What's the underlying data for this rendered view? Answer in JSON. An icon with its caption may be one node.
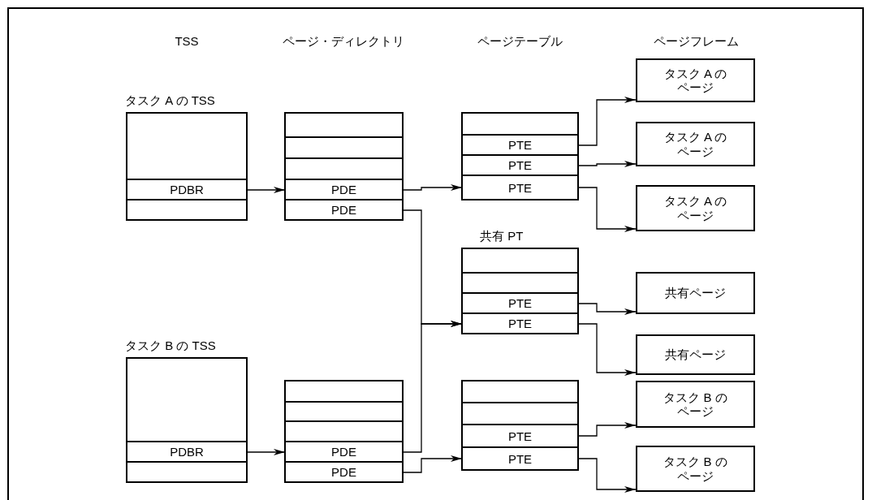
{
  "diagram": {
    "nodes": [
      {
        "text": [
          "タスク A の TSS"
        ]
      },
      {
        "text": [],
        "shape": "box",
        "in": 0
      },
      {
        "text": [
          "PDBR"
        ],
        "in": 0
      },
      {
        "text": [],
        "shape": "box",
        "in": 0
      },
      {
        "text": [],
        "shape": "box"
      },
      {
        "text": [],
        "shape": "box",
        "in": 4
      },
      {
        "text": [],
        "shape": "box",
        "in": 4
      },
      {
        "text": [],
        "shape": "box",
        "in": 4
      },
      {
        "text": [
          "PDE"
        ],
        "in": 4
      },
      {
        "text": [
          "PDE"
        ],
        "in": 4
      },
      {
        "text": [],
        "shape": "box"
      },
      {
        "text": [],
        "shape": "box",
        "in": 10
      },
      {
        "text": [
          "PTE"
        ],
        "in": 10
      },
      {
        "text": [
          "PTE"
        ],
        "in": 10
      },
      {
        "text": [
          "PTE"
        ],
        "in": 10
      },
      {
        "text": [
          "タスク A のページ"
        ]
      },
      {
        "text": [
          "タスク A のページ"
        ]
      },
      {
        "text": [
          "タスク A のページ"
        ]
      },
      {
        "text": [
          "共有 PT"
        ]
      },
      {
        "text": [],
        "shape": "box",
        "in": 18
      },
      {
        "text": [],
        "shape": "box",
        "in": 18
      },
      {
        "text": [
          "PTE"
        ],
        "in": 18
      },
      {
        "text": [
          "PTE"
        ],
        "in": 18
      },
      {
        "text": [
          "共有ページ"
        ]
      },
      {
        "text": [
          "共有ページ"
        ]
      },
      {
        "text": [
          "タスク B の TSS"
        ]
      },
      {
        "text": [],
        "shape": "box",
        "in": 25
      },
      {
        "text": [
          "PDBR"
        ],
        "in": 25
      },
      {
        "text": [],
        "shape": "box",
        "in": 25
      },
      {
        "text": [],
        "shape": "box"
      },
      {
        "text": [],
        "shape": "box",
        "in": 29
      },
      {
        "text": [],
        "shape": "box",
        "in": 29
      },
      {
        "text": [],
        "shape": "box",
        "in": 29
      },
      {
        "text": [
          "PDE"
        ],
        "in": 29
      },
      {
        "text": [
          "PDE"
        ],
        "in": 29
      },
      {
        "text": [],
        "shape": "box"
      },
      {
        "text": [],
        "shape": "box",
        "in": 35
      },
      {
        "text": [],
        "shape": "box",
        "in": 35
      },
      {
        "text": [
          "PTE"
        ],
        "in": 35
      },
      {
        "text": [
          "PTE"
        ],
        "in": 35
      },
      {
        "text": [
          "タスク B のページ"
        ]
      },
      {
        "text": [
          "タスク B のページ"
        ]
      }
    ],
    "edges": [
      {
        "from": 2,
        "to": 8,
        "arrow": "to"
      },
      {
        "from": 8,
        "to": 14,
        "arrow": "to"
      },
      {
        "from": 9,
        "to": 22,
        "arrow": "to"
      },
      {
        "from": 12,
        "to": 15,
        "arrow": "to"
      },
      {
        "from": 13,
        "to": 16,
        "arrow": "to"
      },
      {
        "from": 14,
        "to": 17,
        "arrow": "to"
      },
      {
        "from": 21,
        "to": 23,
        "arrow": "to"
      },
      {
        "from": 22,
        "to": 24,
        "arrow": "to"
      },
      {
        "from": 27,
        "to": 33,
        "arrow": "to"
      },
      {
        "from": 33,
        "to": 22,
        "arrow": "to"
      },
      {
        "from": 34,
        "to": 39,
        "arrow": "to"
      },
      {
        "from": 38,
        "to": 40,
        "arrow": "to"
      },
      {
        "from": 39,
        "to": 41,
        "arrow": "to"
      }
    ],
    "labels": [
      "TSS",
      "ページ・ディレクトリ",
      "ページテーブル",
      "ページフレーム"
    ]
  }
}
